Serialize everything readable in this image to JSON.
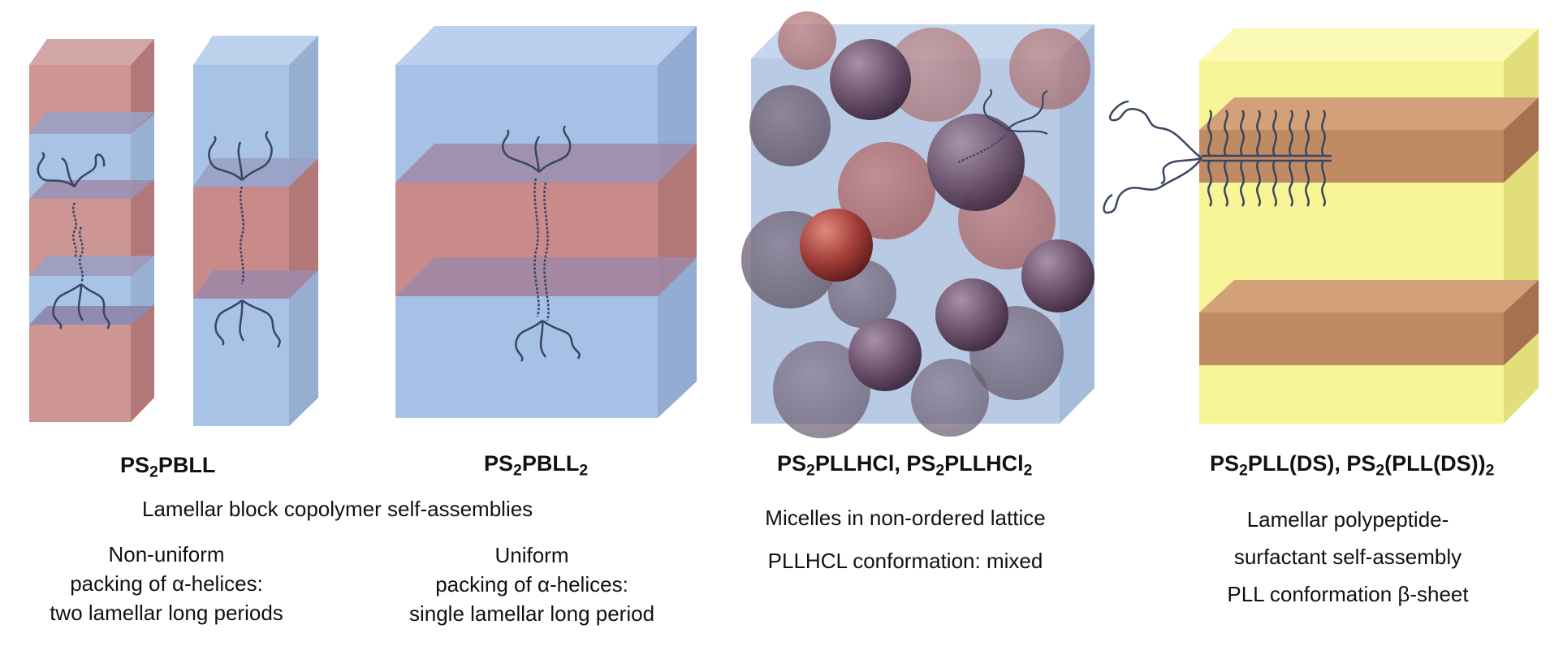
{
  "colors": {
    "salmon": "#c98a8a",
    "blue": "#a9c3e6",
    "yellow": "#f7f495",
    "brown": "#c08a63",
    "micelle_dark": "#6e4f68",
    "micelle_red": "#a6483f",
    "chain": "#3a4660"
  },
  "labels": {
    "t1": {
      "main": "PS",
      "sub": "2",
      "rest": "PBLL"
    },
    "t2": {
      "a": "PS",
      "b": "2",
      "c": "PBLL",
      "d": "2"
    },
    "t3": {
      "a": "PS",
      "b": "2",
      "c": "PLLHCl, PS",
      "d": "2",
      "e": "PLLHCl",
      "f": "2"
    },
    "t4": {
      "a": "PS",
      "b": "2",
      "c": "PLL(DS), PS",
      "d": "2",
      "e": "(PLL(DS))",
      "f": "2"
    },
    "lamellar_caption": "Lamellar block copolymer self-assemblies",
    "left_desc": [
      "Non-uniform",
      "packing of α-helices:",
      "two lamellar long periods"
    ],
    "mid_desc": [
      "Uniform",
      "packing of α-helices:",
      "single lamellar long period"
    ],
    "micelle_desc": [
      "Micelles in non-ordered lattice",
      "PLLHCL conformation: mixed"
    ],
    "right_desc": [
      "Lamellar polypeptide-",
      "surfactant self-assembly",
      "PLL conformation β-sheet"
    ]
  }
}
